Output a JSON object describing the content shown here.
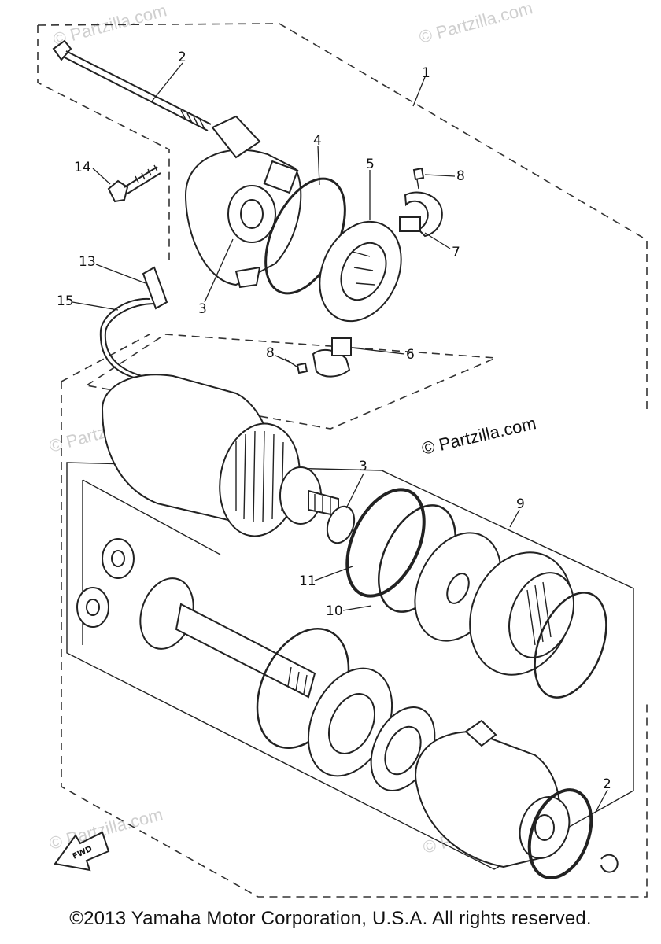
{
  "diagram": {
    "callouts": {
      "c1": "1",
      "c2_top": "2",
      "c2_bottom": "2",
      "c3_top": "3",
      "c3_mid": "3",
      "c4": "4",
      "c5": "5",
      "c6": "6",
      "c7": "7",
      "c8_top": "8",
      "c8_mid": "8",
      "c9": "9",
      "c10": "10",
      "c11": "11",
      "c13": "13",
      "c14": "14",
      "c15": "15",
      "fwd": "FWD"
    },
    "watermarks": {
      "main": "© Partzilla.com",
      "faint": "© Partzilla.com"
    }
  },
  "footer": {
    "copyright": "©2013 Yamaha Motor Corporation, U.S.A. All rights reserved."
  },
  "colors": {
    "ink": "#222222",
    "watermark": "#cfcfcf",
    "background": "#ffffff"
  }
}
